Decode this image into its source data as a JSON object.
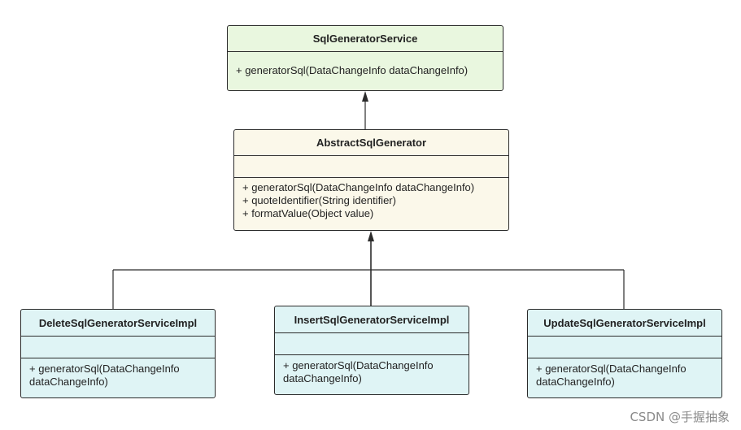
{
  "classes": {
    "service": {
      "name": "SqlGeneratorService",
      "methods": [
        "+ generatorSql(DataChangeInfo dataChangeInfo)"
      ]
    },
    "abstract": {
      "name": "AbstractSqlGenerator",
      "methods": [
        "+ generatorSql(DataChangeInfo dataChangeInfo)",
        "+ quoteIdentifier(String identifier)",
        "+ formatValue(Object value)"
      ]
    },
    "delete_impl": {
      "name": "DeleteSqlGeneratorServiceImpl",
      "methods": [
        "+ generatorSql(DataChangeInfo",
        "dataChangeInfo)"
      ]
    },
    "insert_impl": {
      "name": "InsertSqlGeneratorServiceImpl",
      "methods": [
        "+ generatorSql(DataChangeInfo",
        "dataChangeInfo)"
      ]
    },
    "update_impl": {
      "name": "UpdateSqlGeneratorServiceImpl",
      "methods": [
        "+ generatorSql(DataChangeInfo",
        "dataChangeInfo)"
      ]
    }
  },
  "colors": {
    "service_fill": "#e9f7df",
    "abstract_fill": "#fbf8ea",
    "impl_fill": "#dff4f5",
    "line": "#2b2b2b"
  },
  "watermark": "CSDN @手握抽象"
}
